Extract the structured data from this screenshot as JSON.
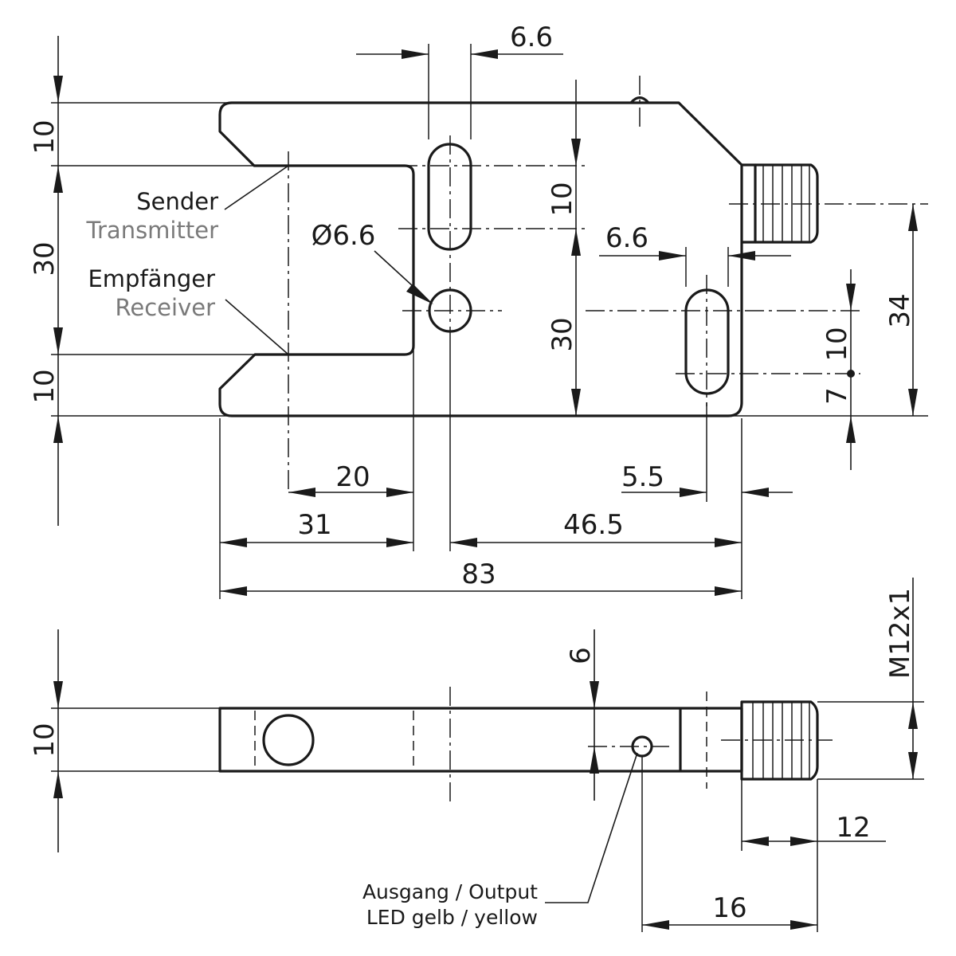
{
  "top_view": {
    "dims": {
      "d_top_slot_width": "6.6",
      "d_left_10_top": "10",
      "d_left_30": "30",
      "d_left_10_bottom": "10",
      "d_slot_length": "10",
      "d_hole_dia": "Ø6.6",
      "d_right_slot_width": "6.6",
      "d_30_right": "30",
      "d_34": "34",
      "d_10_right": "10",
      "d_7": "7",
      "d_20": "20",
      "d_5_5": "5.5",
      "d_31": "31",
      "d_46_5": "46.5",
      "d_83": "83"
    },
    "labels": {
      "sender_de": "Sender",
      "sender_en": "Transmitter",
      "receiver_de": "Empfänger",
      "receiver_en": "Receiver"
    }
  },
  "side_view": {
    "dims": {
      "d_10": "10",
      "d_6": "6",
      "d_thread": "M12x1",
      "d_12": "12",
      "d_16": "16"
    },
    "labels": {
      "output_line1": "Ausgang / Output",
      "output_line2": "LED gelb / yellow"
    }
  }
}
